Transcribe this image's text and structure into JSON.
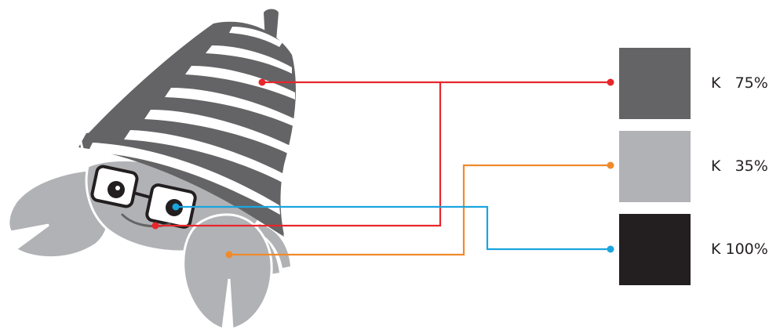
{
  "colors": {
    "k75": "#646466",
    "k35": "#b1b2b5",
    "k100": "#231f20",
    "red_line": "#e8262c",
    "orange_line": "#ef8b2c",
    "blue_line": "#1ba5de",
    "white": "#ffffff"
  },
  "swatches": [
    {
      "label": "K   75%",
      "color_key": "k75"
    },
    {
      "label": "K   35%",
      "color_key": "k35"
    },
    {
      "label": "K 100%",
      "color_key": "k100"
    }
  ],
  "callouts": [
    {
      "target": "shell-stripes-and-smile",
      "swatch": "K   75%",
      "line_color_key": "red_line"
    },
    {
      "target": "claws-and-body",
      "swatch": "K   35%",
      "line_color_key": "orange_line"
    },
    {
      "target": "eye-pupil",
      "swatch": "K 100%",
      "line_color_key": "blue_line"
    }
  ]
}
